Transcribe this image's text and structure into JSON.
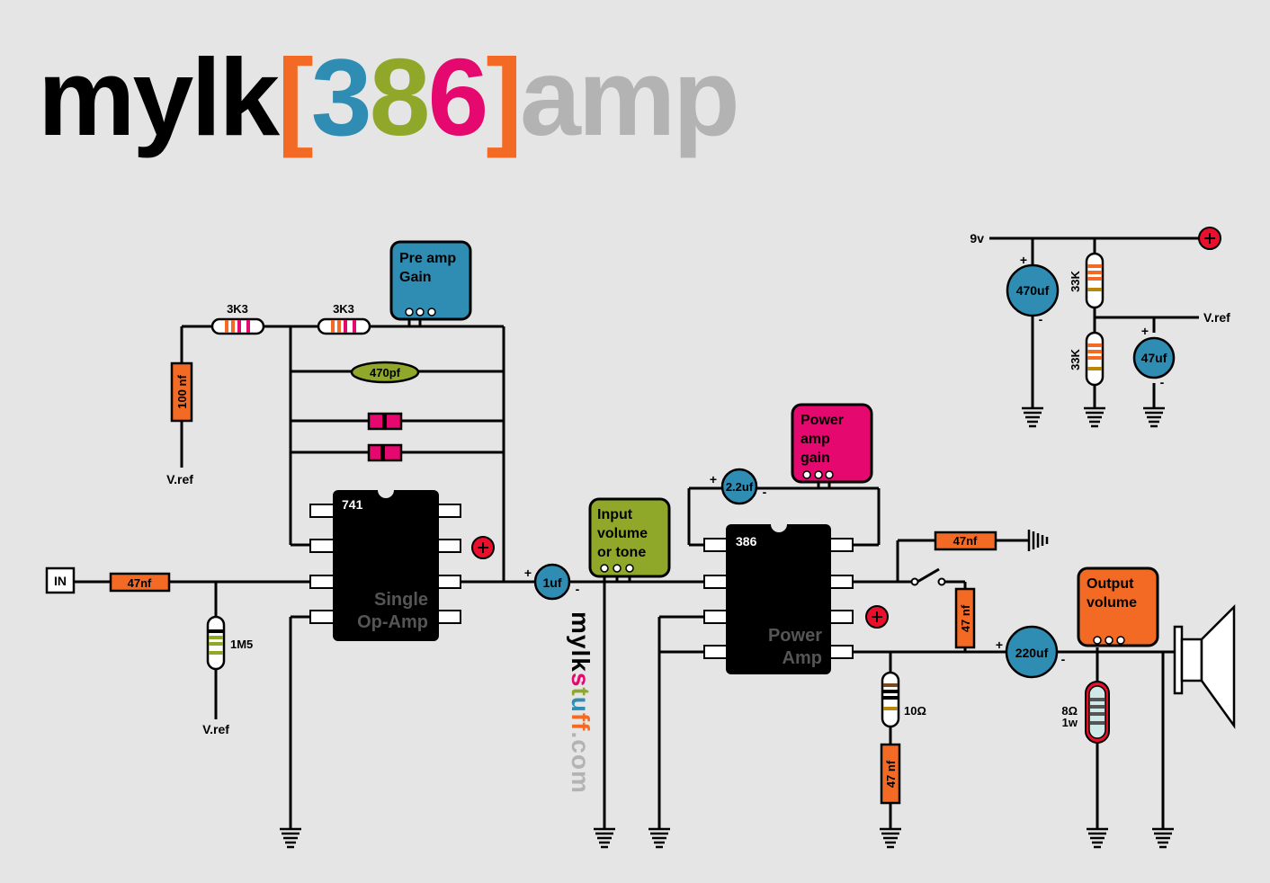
{
  "title": {
    "part1": "mylk",
    "bl": "[",
    "d1": "3",
    "d2": "8",
    "d3": "6",
    "br": "]",
    "part2": "amp"
  },
  "watermark": {
    "a": "mylk",
    "b": "s",
    "c": "t",
    "d": "u",
    "e": "f",
    "f": "f",
    "g": ".com"
  },
  "colors": {
    "orange": "#f26a24",
    "blue": "#2f8db3",
    "green": "#8fa82a",
    "pink": "#e5086e",
    "grey": "#b3b3b3"
  },
  "labels": {
    "in": "IN",
    "vref_1": "V.ref",
    "vref_2": "V.ref",
    "vref_3": "V.ref",
    "v9": "9v",
    "plus": "+",
    "minus": "-"
  },
  "components": {
    "r_3k3_a": "3K3",
    "r_3k3_b": "3K3",
    "c_100nf": "100 nf",
    "c_470pf": "470pf",
    "c_47nf_in": "47nf",
    "r_1m5": "1M5",
    "c_1uf": "1uf",
    "c_2_2uf": "2.2uf",
    "c_47nf_top": "47nf",
    "c_47nf_vert": "47 nf",
    "c_47nf_low": "47 nf",
    "r_10ohm": "10Ω",
    "c_220uf": "220uf",
    "c_470uf": "470uf",
    "r_33k_a": "33K",
    "r_33k_b": "33K",
    "c_47uf": "47uf",
    "spk_8ohm": "8Ω",
    "spk_1w": "1w"
  },
  "chips": {
    "ic741": {
      "id": "741",
      "name1": "Single",
      "name2": "Op-Amp"
    },
    "ic386": {
      "id": "386",
      "name1": "Power",
      "name2": "Amp"
    }
  },
  "pots": {
    "preamp": {
      "l1": "Pre amp",
      "l2": "Gain"
    },
    "input": {
      "l1": "Input",
      "l2": "volume",
      "l3": "or tone"
    },
    "power": {
      "l1": "Power",
      "l2": "amp",
      "l3": "gain"
    },
    "output": {
      "l1": "Output",
      "l2": "volume"
    }
  }
}
